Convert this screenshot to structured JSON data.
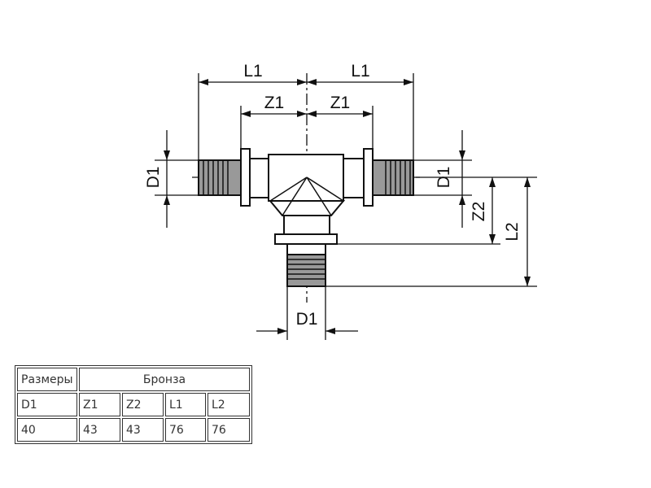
{
  "drawing": {
    "labels": {
      "l1_left": "L1",
      "l1_right": "L1",
      "z1_left": "Z1",
      "z1_right": "Z1",
      "d1_left": "D1",
      "d1_right": "D1",
      "d1_bottom": "D1",
      "z2": "Z2",
      "l2": "L2"
    }
  },
  "table": {
    "header": {
      "sizes": "Размеры",
      "material": "Бронза"
    },
    "columns": [
      "D1",
      "Z1",
      "Z2",
      "L1",
      "L2"
    ],
    "rows": [
      [
        "40",
        "43",
        "43",
        "76",
        "76"
      ]
    ]
  }
}
